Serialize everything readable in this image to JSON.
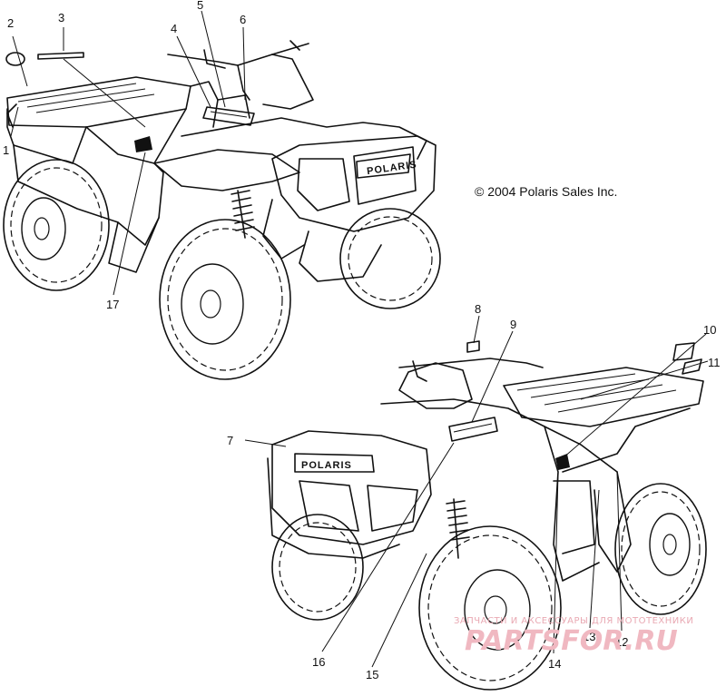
{
  "copyright": "© 2004 Polaris Sales Inc.",
  "brand_badge": "POLARIS",
  "callouts": [
    "1",
    "2",
    "3",
    "4",
    "5",
    "6",
    "7",
    "8",
    "9",
    "10",
    "11",
    "12",
    "13",
    "14",
    "15",
    "16",
    "17"
  ],
  "watermark": {
    "tagline": "ЗАПЧАСТИ И АКСЕССУАРЫ ДЛЯ МОТОТЕХНИКИ",
    "site": "PARTSFOR.RU"
  }
}
